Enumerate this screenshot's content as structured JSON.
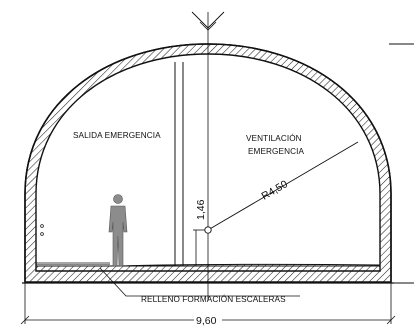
{
  "labels": {
    "salida": "SALIDA EMERGENCIA",
    "ventilacion_1": "VENTILACIÓN",
    "ventilacion_2": "EMERGENCIA",
    "radius": "R4,50",
    "height": "1,46",
    "relleno": "RELLENO FORMACIÓN ESCALERAS",
    "width": "9,60"
  },
  "colors": {
    "line": "#111111",
    "hatch": "#222222",
    "figure": "#8c8c8c"
  }
}
